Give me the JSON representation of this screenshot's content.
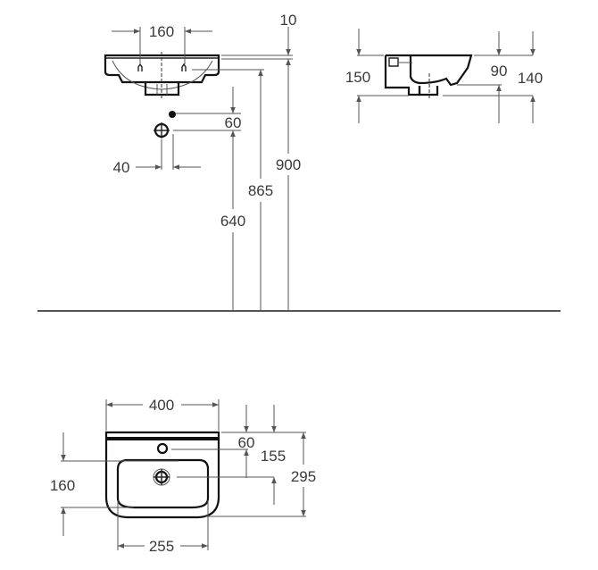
{
  "front_view": {
    "tap_spacing": "160",
    "rim_thickness": "10",
    "hole_offset": "60",
    "trap_offset": "40",
    "rim_height": "900",
    "basin_height": "865",
    "trap_height": "640"
  },
  "side_view": {
    "total_height": "150",
    "bowl_depth": "90",
    "body_height": "140"
  },
  "top_view": {
    "width": "400",
    "tap_hole_depth": "60",
    "drain_depth": "155",
    "total_depth": "295",
    "bowl_depth": "160",
    "bowl_width": "255"
  },
  "colors": {
    "line": "#111111",
    "dimension": "#555555"
  }
}
